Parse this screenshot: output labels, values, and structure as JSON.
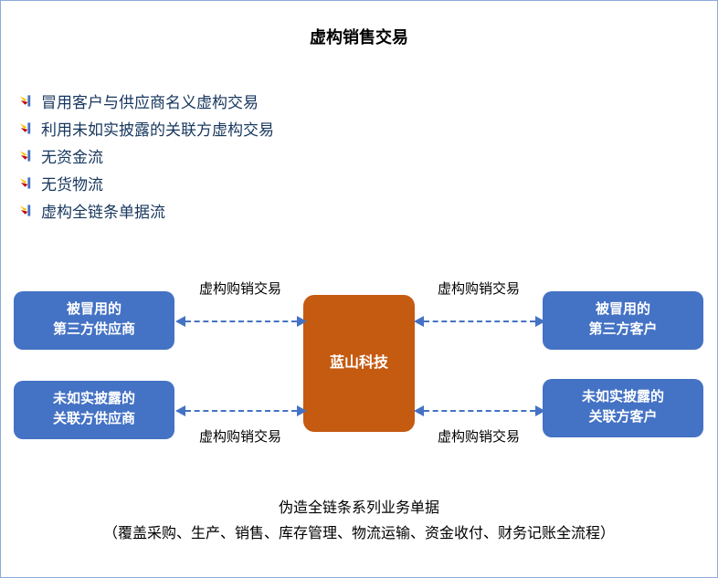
{
  "title": "虚构销售交易",
  "bullets": [
    "冒用客户与供应商名义虚构交易",
    "利用未如实披露的关联方虚构交易",
    "无资金流",
    "无货物流",
    "虚构全链条单据流"
  ],
  "boxes": {
    "center": {
      "label": "蓝山科技",
      "color": "#C55A11"
    },
    "left_top": {
      "line1": "被冒用的",
      "line2": "第三方供应商",
      "color": "#4472C4"
    },
    "left_bottom": {
      "line1": "未如实披露的",
      "line2": "关联方供应商",
      "color": "#4472C4"
    },
    "right_top": {
      "line1": "被冒用的",
      "line2": "第三方客户",
      "color": "#4472C4"
    },
    "right_bottom": {
      "line1": "未如实披露的",
      "line2": "关联方客户",
      "color": "#4472C4"
    }
  },
  "arrow_labels": {
    "top_left": "虚构购销交易",
    "top_right": "虚构购销交易",
    "bottom_left": "虚构购销交易",
    "bottom_right": "虚构购销交易"
  },
  "footer": {
    "line1": "伪造全链条系列业务单据",
    "line2": "（覆盖采购、生产、销售、库存管理、物流运输、资金收付、财务记账全流程）"
  },
  "colors": {
    "supplier_customer_box": "#4472C4",
    "center_box": "#C55A11",
    "arrow": "#4472C4",
    "bullet_text": "#17375E",
    "page_border": "#8EAADB"
  }
}
